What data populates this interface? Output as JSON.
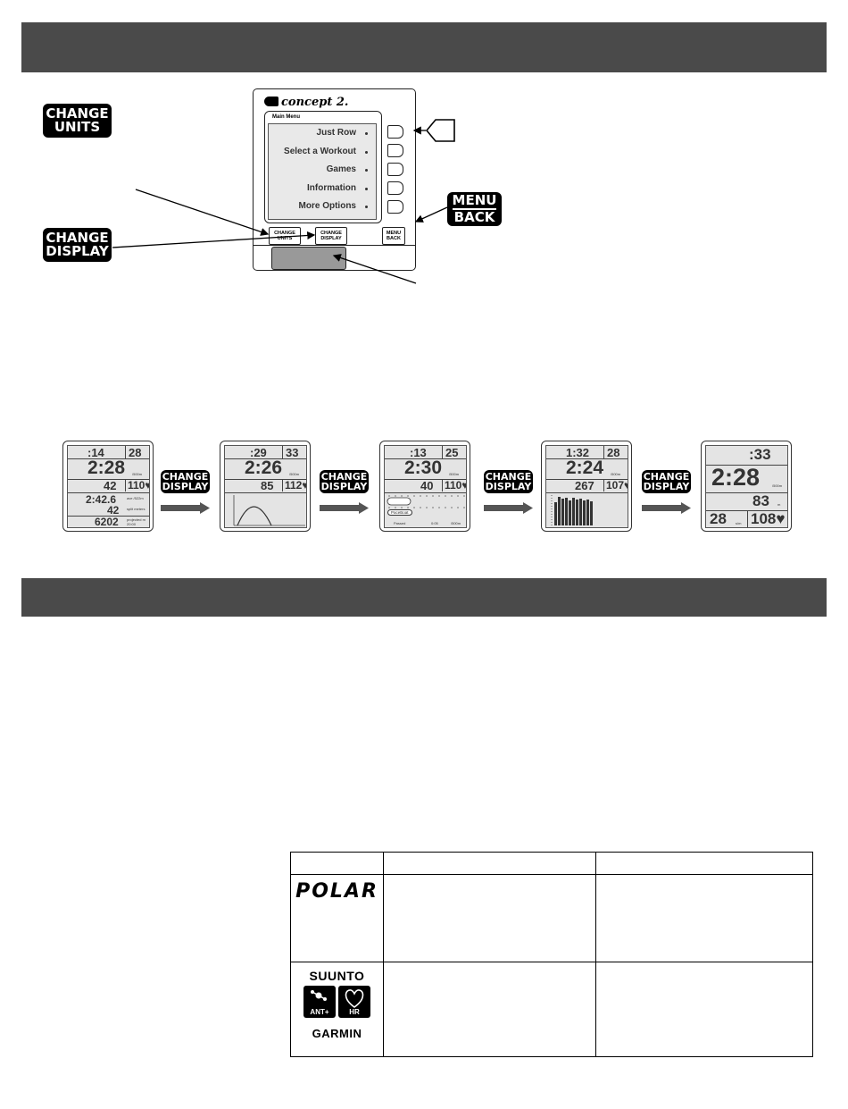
{
  "monitor": {
    "brand": "concept 2.",
    "menu_title": "Main Menu",
    "menu_items": [
      "Just Row",
      "Select a Workout",
      "Games",
      "Information",
      "More Options"
    ],
    "buttons": {
      "units_1": "CHANGE",
      "units_2": "UNITS",
      "display_1": "CHANGE",
      "display_2": "DISPLAY",
      "menu_1": "MENU",
      "menu_2": "BACK"
    }
  },
  "callouts": {
    "change_units_1": "CHANGE",
    "change_units_2": "UNITS",
    "change_display_1": "CHANGE",
    "change_display_2": "DISPLAY",
    "menu_1": "MENU",
    "menu_2": "BACK"
  },
  "display_tag": {
    "line1": "CHANGE",
    "line2": "DISPLAY"
  },
  "screens": [
    {
      "time": ":14",
      "spm": "28",
      "pace": "2:28",
      "pace_unit": "/500m",
      "meters": "42",
      "hr": "110",
      "avg": "2:42.6",
      "avg_label": "ave /522m",
      "split": "42",
      "split_label": "split meters",
      "proj": "6202",
      "proj_label": "projected m 20:00"
    },
    {
      "time": ":29",
      "spm": "33",
      "pace": "2:26",
      "pace_unit": "/500m",
      "meters": "85",
      "hr": "112"
    },
    {
      "time": ":13",
      "spm": "25",
      "pace": "2:30",
      "pace_unit": "/500m",
      "meters": "40",
      "hr": "110",
      "boat2": "PaceBoat",
      "foot_left": "Passed",
      "foot_mid": "0:05",
      "foot_right": "/500m"
    },
    {
      "time": "1:32",
      "spm": "28",
      "pace": "2:24",
      "pace_unit": "/500m",
      "meters": "267",
      "hr": "107"
    },
    {
      "time": ":33",
      "pace": "2:28",
      "pace_unit": "/500m",
      "meters": "83",
      "meters_unit": "m",
      "spm": "28",
      "spm_unit": "s/m",
      "hr": "108"
    }
  ],
  "table": {
    "brands": {
      "polar": "POLAR",
      "suunto": "SUUNTO",
      "ant": "ANT+",
      "hr": "HR",
      "garmin": "GARMIN"
    }
  },
  "colors": {
    "band": "#4a4a4a",
    "lcd": "#e4e4e4"
  }
}
